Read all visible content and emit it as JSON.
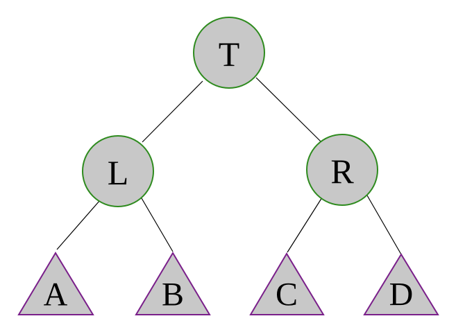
{
  "tree": {
    "root": {
      "label": "T"
    },
    "left": {
      "label": "L",
      "left_subtree": {
        "label": "A"
      },
      "right_subtree": {
        "label": "B"
      }
    },
    "right": {
      "label": "R",
      "left_subtree": {
        "label": "C"
      },
      "right_subtree": {
        "label": "D"
      }
    }
  },
  "colors": {
    "node_fill": "#c8c8c8",
    "node_outline": "#2e8b1e",
    "subtree_outline": "#7a1f8a",
    "edge": "#000000"
  }
}
